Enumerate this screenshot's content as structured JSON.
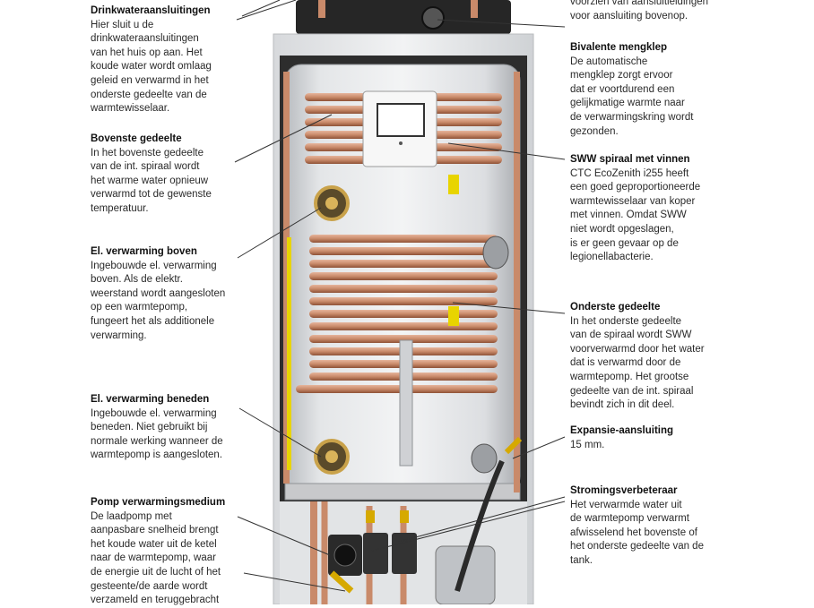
{
  "left_callouts": [
    {
      "id": "drinkwater",
      "title": "Drinkwateraansluitingen",
      "lines": [
        "Hier sluit u de",
        "drinkwateraansluitingen",
        "van het huis op aan. Het",
        "koude water wordt omlaag",
        "geleid en verwarmd in het",
        "onderste gedeelte van de",
        "warmtewisselaar."
      ]
    },
    {
      "id": "bovenste",
      "title": "Bovenste gedeelte",
      "lines": [
        "In het bovenste gedeelte",
        "van de int. spiraal wordt",
        "het warme water opnieuw",
        "verwarmd tot de gewenste",
        "temperatuur."
      ]
    },
    {
      "id": "el-boven",
      "title": "El. verwarming boven",
      "lines": [
        "Ingebouwde el. verwarming",
        "boven. Als de elektr.",
        "weerstand wordt aangesloten",
        "op een warmtepomp,",
        "fungeert het als additionele",
        "verwarming."
      ]
    },
    {
      "id": "el-beneden",
      "title": "El. verwarming beneden",
      "lines": [
        "Ingebouwde el. verwarming",
        "beneden. Niet gebruikt bij",
        "normale werking wanneer de",
        "warmtepomp is aangesloten."
      ]
    },
    {
      "id": "pomp",
      "title": "Pomp verwarmingsmedium",
      "lines": [
        "De laadpomp met",
        "aanpasbare snelheid brengt",
        "het koude water uit de ketel",
        "naar de warmtepomp, waar",
        "de energie uit de lucht of het",
        "gesteente/de aarde wordt",
        "verzameld en teruggebracht"
      ]
    }
  ],
  "right_callouts": [
    {
      "id": "top-right",
      "title": "",
      "lines": [
        "voorzien van aansluitleidingen",
        "voor aansluiting bovenop."
      ]
    },
    {
      "id": "mengklep",
      "title": "Bivalente mengklep",
      "lines": [
        "De automatische",
        "mengklep zorgt ervoor",
        "dat er voortdurend een",
        "gelijkmatige warmte naar",
        "de verwarmingskring wordt",
        "gezonden."
      ]
    },
    {
      "id": "sww",
      "title": "SWW spiraal met vinnen",
      "lines": [
        "CTC EcoZenith i255 heeft",
        "een goed geproportioneerde",
        "warmtewisselaar van koper",
        "met vinnen. Omdat SWW",
        "niet wordt opgeslagen,",
        "is er geen gevaar op de",
        "legionellabacterie."
      ]
    },
    {
      "id": "onderste",
      "title": "Onderste gedeelte",
      "lines": [
        "In het onderste gedeelte",
        "van de spiraal wordt SWW",
        "voorverwarmd door het water",
        "dat is verwarmd door de",
        "warmtepomp. Het grootse",
        "gedeelte van de int. spiraal",
        "bevindt zich in dit deel."
      ]
    },
    {
      "id": "expansie",
      "title": "Expansie-aansluiting",
      "lines": [
        "15 mm."
      ]
    },
    {
      "id": "stroming",
      "title": "Stromingsverbeteraar",
      "lines": [
        "Het verwarmde water uit",
        "de warmtepomp verwarmt",
        "afwisselend het bovenste of",
        "het onderste gedeelte van de",
        "tank."
      ]
    }
  ],
  "colors": {
    "copper": "#c98a6a",
    "copper_dark": "#9a5a3e",
    "steel": "#c9ccd0",
    "cabinet": "#eceef0",
    "dark_top": "#262626",
    "yellow_pipe": "#e8d400"
  }
}
